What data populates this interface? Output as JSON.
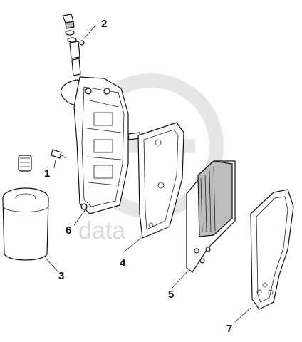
{
  "watermark": {
    "text": "data",
    "color": "#e0e0e0"
  },
  "callouts": [
    {
      "id": "1",
      "label": "1"
    },
    {
      "id": "2",
      "label": "2"
    },
    {
      "id": "3",
      "label": "3"
    },
    {
      "id": "4",
      "label": "4"
    },
    {
      "id": "5",
      "label": "5"
    },
    {
      "id": "6",
      "label": "6"
    },
    {
      "id": "7",
      "label": "7"
    }
  ]
}
